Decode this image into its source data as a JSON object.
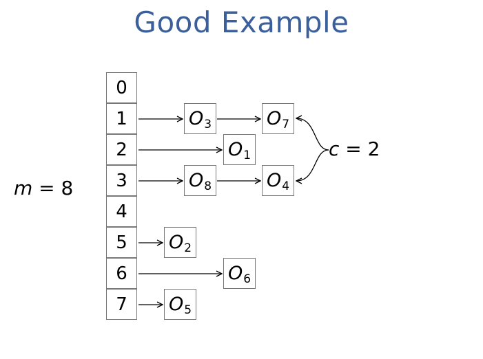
{
  "title": "Good Example",
  "m_label": {
    "var": "m",
    "rest": " = 8"
  },
  "c_label": {
    "var": "c",
    "rest": " = 2"
  },
  "slots": [
    "0",
    "1",
    "2",
    "3",
    "4",
    "5",
    "6",
    "7"
  ],
  "objects": [
    {
      "letter": "O",
      "sub": "3"
    },
    {
      "letter": "O",
      "sub": "7"
    },
    {
      "letter": "O",
      "sub": "1"
    },
    {
      "letter": "O",
      "sub": "8"
    },
    {
      "letter": "O",
      "sub": "4"
    },
    {
      "letter": "O",
      "sub": "2"
    },
    {
      "letter": "O",
      "sub": "6"
    },
    {
      "letter": "O",
      "sub": "5"
    }
  ],
  "colors": {
    "title": "#3b5f9a",
    "box_border": "#777777"
  }
}
